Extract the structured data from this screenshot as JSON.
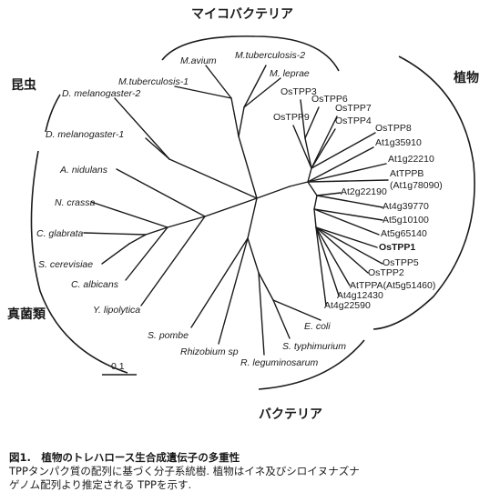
{
  "groups": {
    "mycobacteria": "マイコバクテリア",
    "insects": "昆虫",
    "plants": "植物",
    "fungi": "真菌類",
    "bacteria": "バクテリア"
  },
  "leaves": {
    "m_avium": "M.avium",
    "m_tuberculosis_2": "M.tuberculosis-2",
    "m_tuberculosis_1": "M.tuberculosis-1",
    "m_leprae": "M. leprae",
    "d_melanogaster_2": "D. melanogaster-2",
    "d_melanogaster_1": "D. melanogaster-1",
    "a_nidulans": "A. nidulans",
    "n_crassa": "N. crassa",
    "c_glabrata": "C. glabrata",
    "s_cerevisiae": "S. cerevisiae",
    "c_albicans": "C. albicans",
    "y_lipolytica": "Y. lipolytica",
    "s_pombe": "S. pombe",
    "rhizobium": "Rhizobium sp",
    "r_leguminosarum": "R. leguminosarum",
    "s_typhimurium": "S. typhimurium",
    "e_coli": "E. coli",
    "ostpp3": "OsTPP3",
    "ostpp6": "OsTPP6",
    "ostpp7": "OsTPP7",
    "ostpp9": "OsTPP9",
    "ostpp4": "OsTPP4",
    "ostpp8": "OsTPP8",
    "at1g35910": "At1g35910",
    "at1g22210": "At1g22210",
    "attppb": "AtTPPB",
    "attppb_id": "(At1g78090)",
    "at2g22190": "At2g22190",
    "at4g39770": "At4g39770",
    "at5g10100": "At5g10100",
    "at5g65140": "At5g65140",
    "ostpp1": "OsTPP1",
    "ostpp5": "OsTPP5",
    "ostpp2": "OsTPP2",
    "attppa": "AtTPPA(At5g51460)",
    "at4g12430": "At4g12430",
    "at4g22590": "At4g22590"
  },
  "scale_bar": "0.1",
  "caption": {
    "title": "図1.　植物のトレハロース生合成遺伝子の多重性",
    "line1": "TPPタンパク質の配列に基づく分子系統樹. 植物はイネ及びシロイヌナズナ",
    "line2": "ゲノム配列より推定される TPPを示す."
  }
}
